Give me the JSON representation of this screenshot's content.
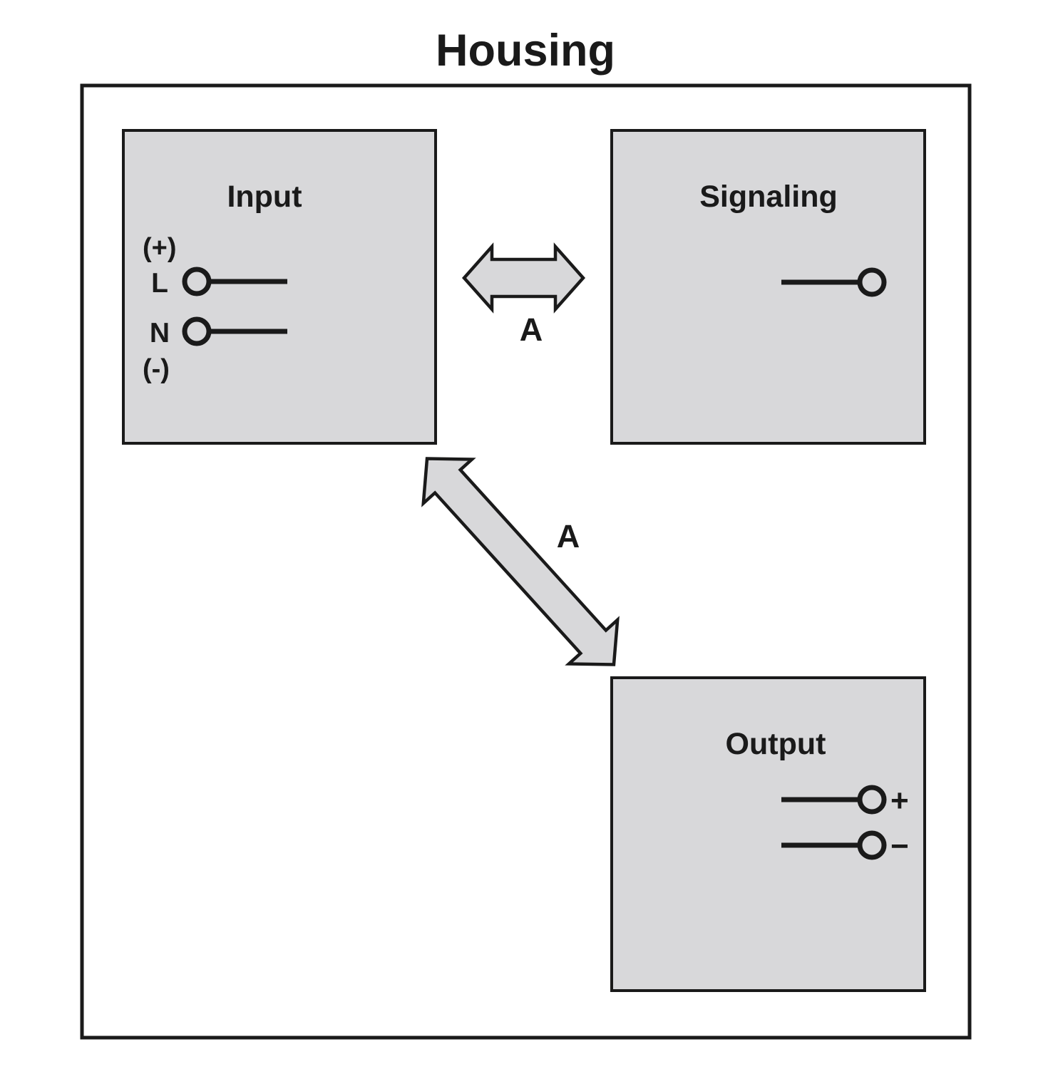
{
  "diagram": {
    "title": "Housing",
    "colors": {
      "block_fill": "#d8d8da",
      "stroke": "#1a1a1a",
      "background": "#ffffff",
      "arrow_fill": "#d8d8da"
    },
    "blocks": [
      {
        "id": "input",
        "label": "Input",
        "polarity_top": "(+)",
        "polarity_bottom": "(-)",
        "terminals": [
          {
            "label": "L",
            "side": "left"
          },
          {
            "label": "N",
            "side": "left"
          }
        ]
      },
      {
        "id": "signaling",
        "label": "Signaling",
        "terminals": [
          {
            "label": "",
            "side": "right"
          }
        ]
      },
      {
        "id": "output",
        "label": "Output",
        "terminals": [
          {
            "label": "+",
            "side": "right"
          },
          {
            "label": "−",
            "side": "right"
          }
        ]
      }
    ],
    "connectors": [
      {
        "id": "input-signaling",
        "label": "A",
        "orientation": "horizontal",
        "style": "double-arrow"
      },
      {
        "id": "input-output",
        "label": "A",
        "orientation": "diagonal",
        "style": "double-arrow"
      }
    ]
  }
}
